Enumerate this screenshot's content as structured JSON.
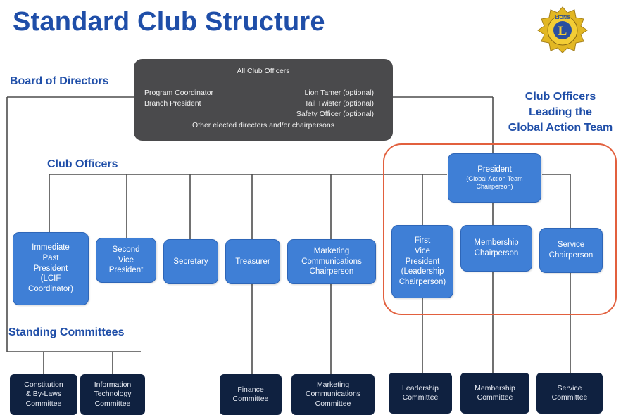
{
  "title": "Standard Club Structure",
  "logo": {
    "icon": "lions-emblem",
    "text": "LIONS"
  },
  "sections": {
    "board": "Board of Directors",
    "club_officers": "Club Officers",
    "standing_committees": "Standing Committees",
    "global_action_team": "Club Officers\nLeading the\nGlobal Action Team"
  },
  "board_box": {
    "heading": "All Club Officers",
    "left_lines": [
      "Program Coordinator",
      "Branch President"
    ],
    "right_lines": [
      "Lion Tamer (optional)",
      "Tail Twister (optional)",
      "Safety Officer (optional)"
    ],
    "footer": "Other elected directors and/or chairpersons"
  },
  "president": {
    "title": "President",
    "subtitle": "(Global Action Team Chairperson)"
  },
  "officers": [
    {
      "label": "Immediate\nPast\nPresident\n(LCIF\nCoordinator)"
    },
    {
      "label": "Second\nVice\nPresident"
    },
    {
      "label": "Secretary"
    },
    {
      "label": "Treasurer"
    },
    {
      "label": "Marketing\nCommunications\nChairperson"
    },
    {
      "label": "First\nVice\nPresident\n(Leadership\nChairperson)"
    },
    {
      "label": "Membership\nChairperson"
    },
    {
      "label": "Service\nChairperson"
    }
  ],
  "committees": [
    {
      "label": "Constitution\n& By-Laws\nCommittee"
    },
    {
      "label": "Information\nTechnology\nCommittee"
    },
    {
      "label": "Finance\nCommittee"
    },
    {
      "label": "Marketing\nCommunications\nCommittee"
    },
    {
      "label": "Leadership\nCommittee"
    },
    {
      "label": "Membership\nCommittee"
    },
    {
      "label": "Service\nCommittee"
    }
  ],
  "colors": {
    "title_blue": "#1f4ea8",
    "node_blue": "#3f7fd6",
    "committee_navy": "#0f2140",
    "board_gray": "#4a4a4c",
    "frame_orange": "#e2603e",
    "line_gray": "#4d4d4d"
  }
}
